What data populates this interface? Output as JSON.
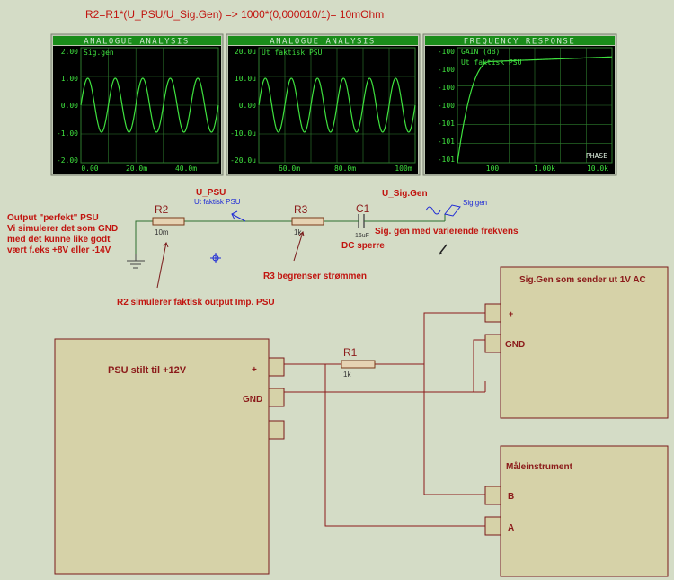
{
  "formula": "R2=R1*(U_PSU/U_Sig.Gen)  =>  1000*(0,000010/1)= 10mOhm",
  "graphs": [
    {
      "title": "ANALOGUE ANALYSIS",
      "trace_label": "Sig.gen",
      "y_ticks": [
        "2.00",
        "1.00",
        "0.00",
        "-1.00",
        "-2.00"
      ],
      "x_ticks": [
        "0.00",
        "20.0m",
        "40.0m"
      ]
    },
    {
      "title": "ANALOGUE ANALYSIS",
      "trace_label": "Ut faktisk PSU",
      "y_ticks": [
        "20.0u",
        "10.0u",
        "0.00",
        "-10.0u",
        "-20.0u"
      ],
      "x_ticks": [
        "60.0m",
        "80.0m",
        "100m"
      ]
    },
    {
      "title": "FREQUENCY RESPONSE",
      "trace_label": "GAIN (dB)",
      "trace_label2": "Ut faktisk PSU",
      "y_ticks": [
        "-100",
        "-100",
        "-100",
        "-100",
        "-101",
        "-101",
        "-101"
      ],
      "x_ticks": [
        "100",
        "1.00k",
        "10.0k"
      ],
      "phase_label": "PHASE"
    }
  ],
  "labels": {
    "output_perfect": [
      "Output \"perfekt\" PSU",
      "Vi simulerer det som  GND",
      "med det kunne like godt",
      "vært f.eks +8V eller -14V"
    ],
    "r2_name": "R2",
    "r2_value": "10m",
    "u_psu": "U_PSU",
    "probe_psu": "Ut faktisk PSU",
    "r3_name": "R3",
    "r3_value": "1k",
    "c1_name": "C1",
    "c1_value": "16uF",
    "dc_sperre": "DC sperre",
    "u_sig_gen": "U_Sig.Gen",
    "sig_gen_source": "Sig.gen",
    "sig_gen_desc": "Sig. gen med varierende frekvens",
    "r3_note": "R3 begrenser strømmen",
    "r2_note": "R2 simulerer faktisk output Imp. PSU",
    "r1_name": "R1",
    "r1_value": "1k"
  },
  "blocks": {
    "psu": {
      "title": "PSU stilt til +12V",
      "plus": "+",
      "gnd": "GND"
    },
    "siggen": {
      "title": "Sig.Gen som sender ut 1V AC",
      "plus": "+",
      "gnd": "GND"
    },
    "meter": {
      "title": "Måleinstrument",
      "b": "B",
      "a": "A"
    }
  },
  "colors": {
    "background": "#d4dcc6",
    "wire": "#8b1a1a",
    "schematic_wire": "#2d6e2d",
    "component": "#8b1a1a",
    "graph_bg": "#000000",
    "graph_trace": "#3fe23f",
    "graph_grid": "#2e7d2e",
    "label_red": "#c1140f",
    "label_blue": "#1f2bd6"
  }
}
